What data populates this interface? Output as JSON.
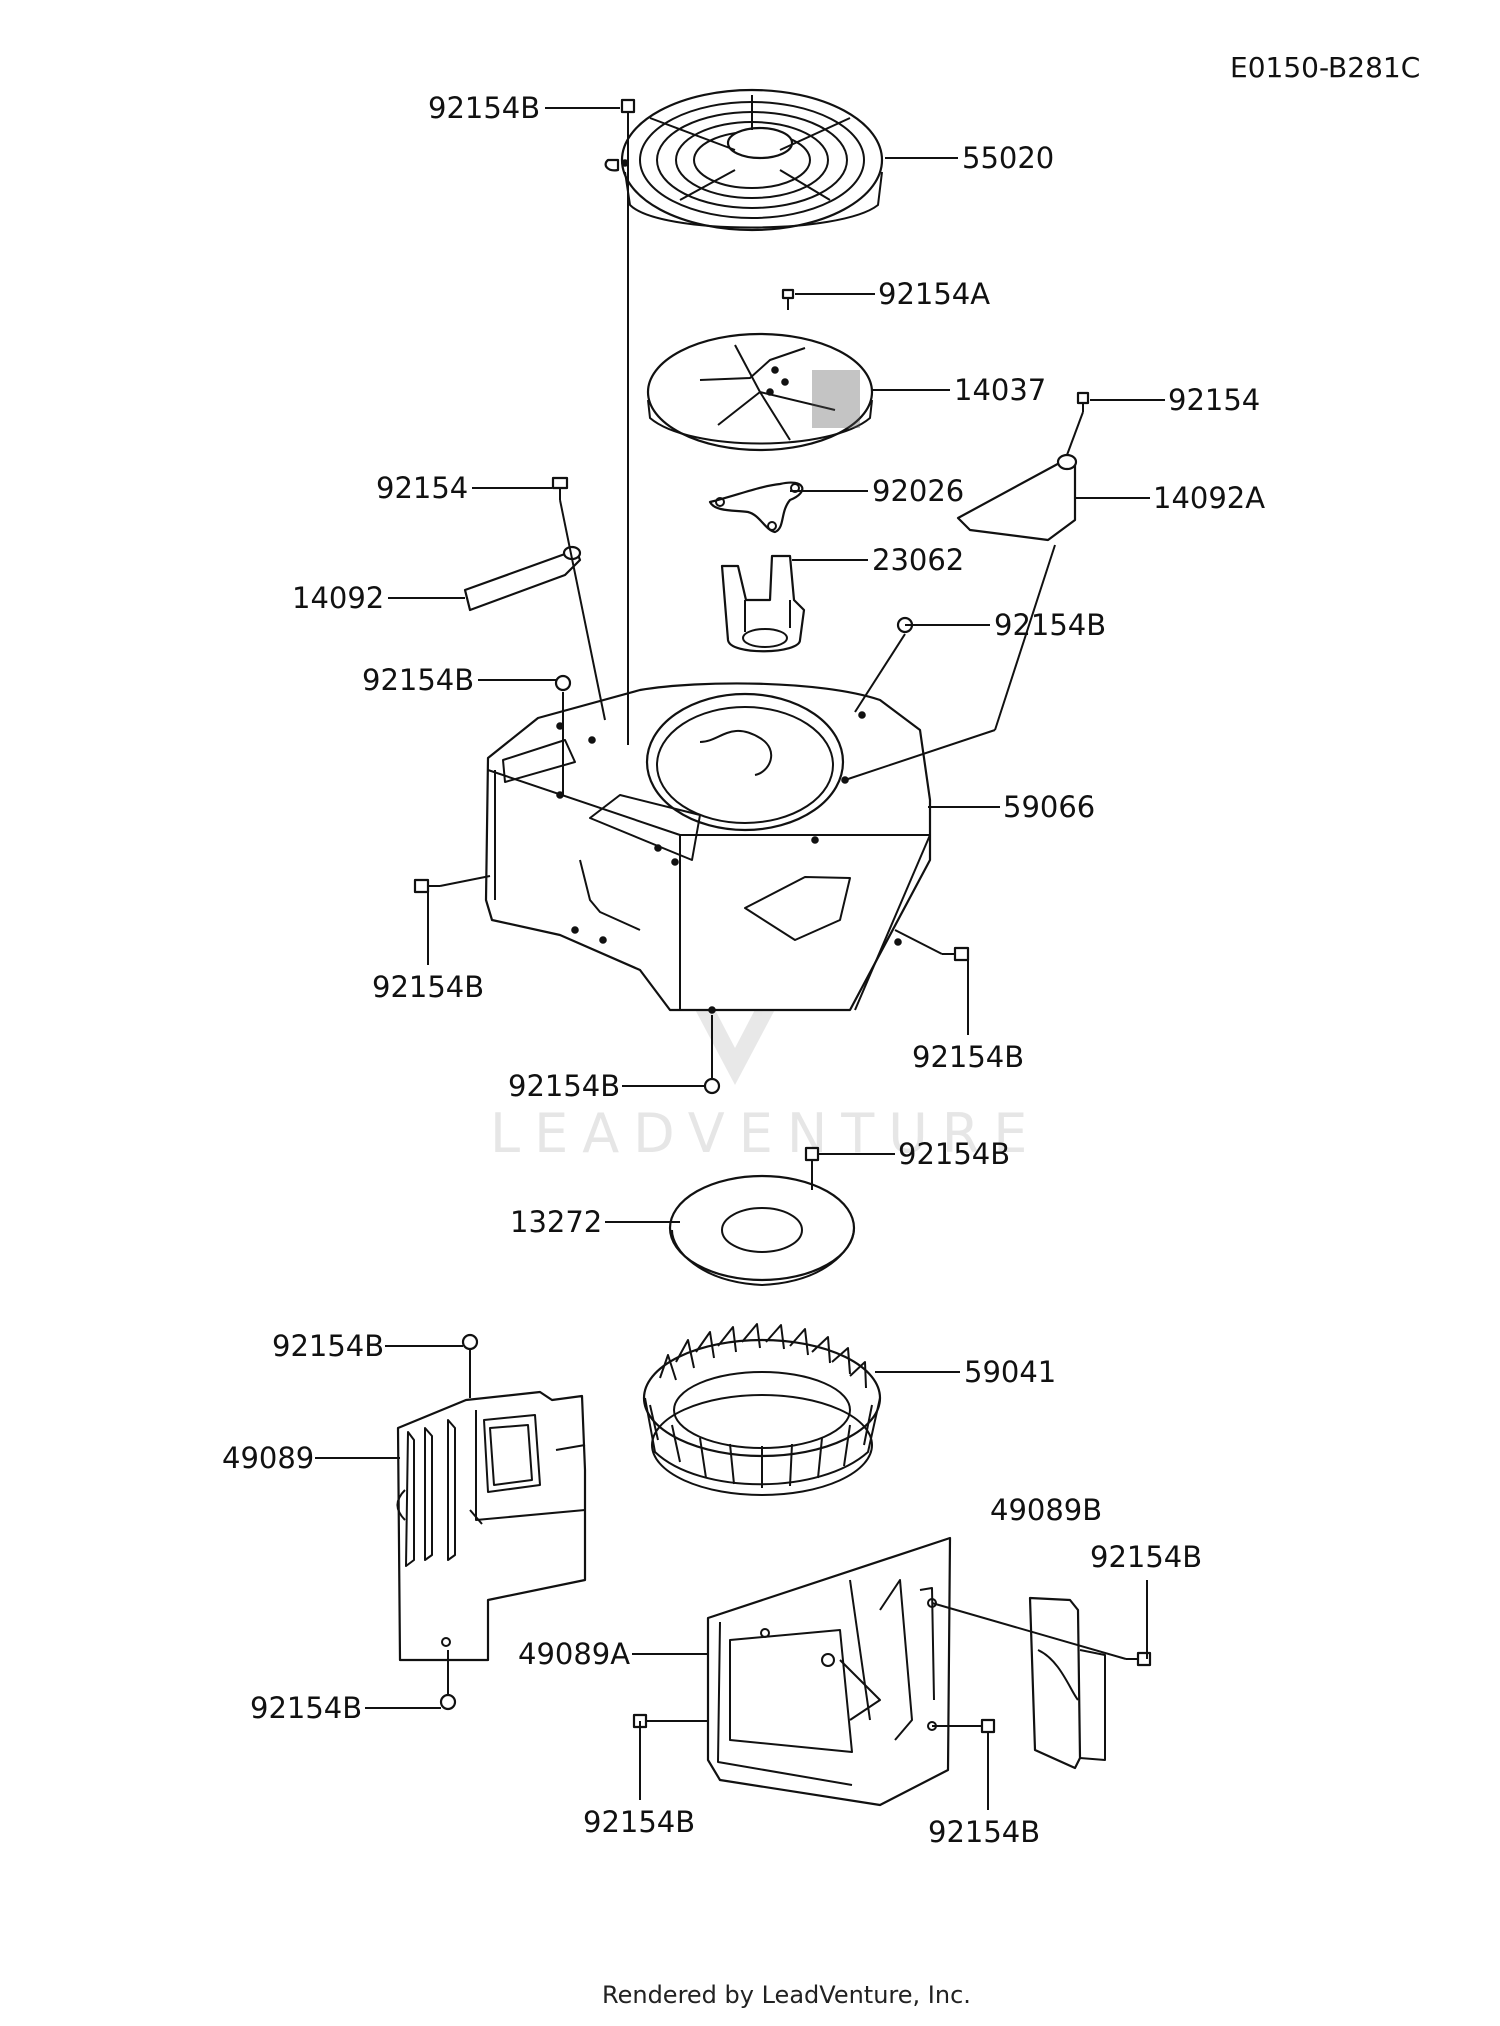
{
  "diagram_code": "E0150-B281C",
  "footer": "Rendered by LeadVenture, Inc.",
  "watermark": "LEADVENTURE",
  "parts": [
    {
      "id": "p1",
      "label": "92154B"
    },
    {
      "id": "p2",
      "label": "55020"
    },
    {
      "id": "p3",
      "label": "92154A"
    },
    {
      "id": "p4",
      "label": "14037"
    },
    {
      "id": "p5",
      "label": "92154"
    },
    {
      "id": "p6",
      "label": "92154"
    },
    {
      "id": "p7",
      "label": "92026"
    },
    {
      "id": "p8",
      "label": "14092A"
    },
    {
      "id": "p9",
      "label": "23062"
    },
    {
      "id": "p10",
      "label": "14092"
    },
    {
      "id": "p11",
      "label": "92154B"
    },
    {
      "id": "p12",
      "label": "92154B"
    },
    {
      "id": "p13",
      "label": "59066"
    },
    {
      "id": "p14",
      "label": "92154B"
    },
    {
      "id": "p15",
      "label": "92154B"
    },
    {
      "id": "p16",
      "label": "92154B"
    },
    {
      "id": "p17",
      "label": "92154B"
    },
    {
      "id": "p18",
      "label": "13272"
    },
    {
      "id": "p19",
      "label": "92154B"
    },
    {
      "id": "p20",
      "label": "59041"
    },
    {
      "id": "p21",
      "label": "49089"
    },
    {
      "id": "p22",
      "label": "49089B"
    },
    {
      "id": "p23",
      "label": "92154B"
    },
    {
      "id": "p24",
      "label": "49089A"
    },
    {
      "id": "p25",
      "label": "92154B"
    },
    {
      "id": "p26",
      "label": "92154B"
    },
    {
      "id": "p27",
      "label": "92154B"
    }
  ]
}
